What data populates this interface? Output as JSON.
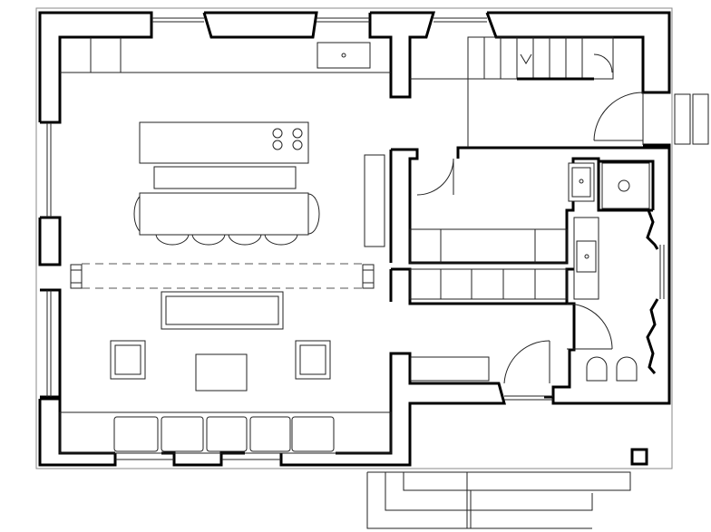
{
  "plan": {
    "stroke_color": "#000000",
    "background": "#ffffff",
    "rooms": [
      "kitchen-dining",
      "living-room",
      "stair-hall",
      "utility",
      "bathroom",
      "wc"
    ],
    "stovetop_burners": 4,
    "dining_chairs": 4,
    "window_seat_cushions": 5,
    "armchairs": 2
  }
}
